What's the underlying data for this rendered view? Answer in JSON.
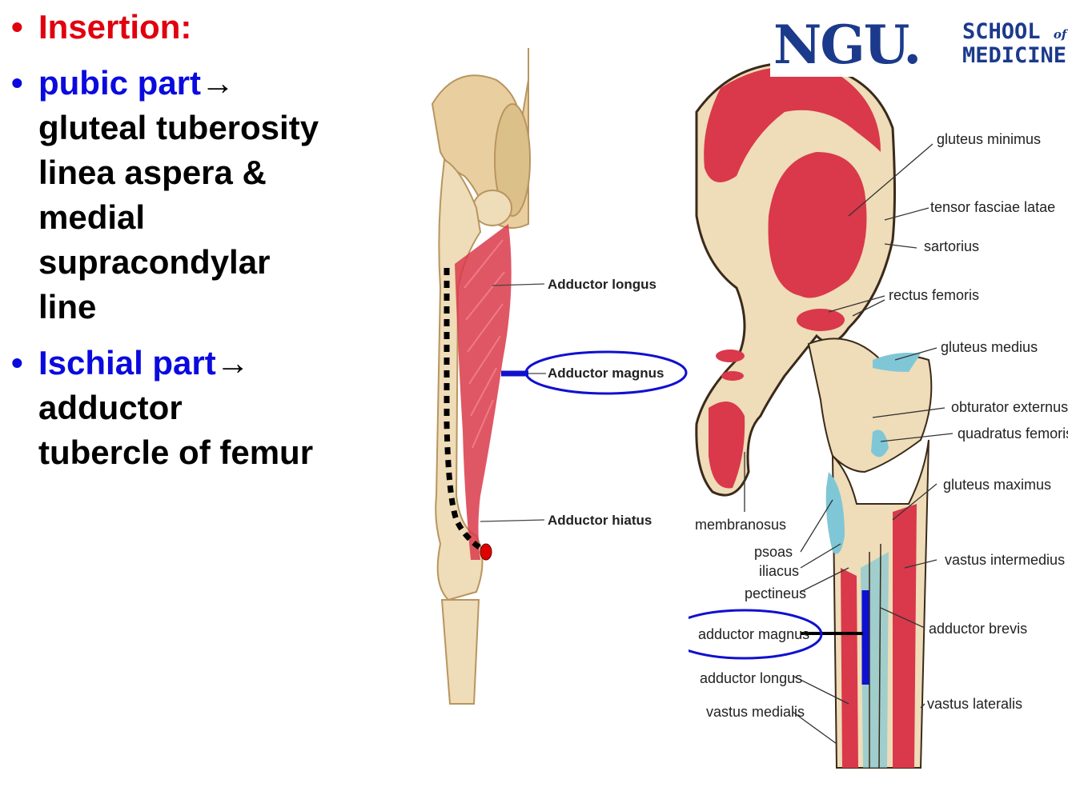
{
  "bullets": {
    "insertion": "Insertion:",
    "pubic_label": "pubic part",
    "pubic_lines": [
      "gluteal tuberosity",
      "linea aspera &",
      "medial",
      "supracondylar",
      "line"
    ],
    "ischial_label": "Ischial part",
    "ischial_lines": [
      "adductor",
      "tubercle of femur"
    ],
    "arrow": "→"
  },
  "logo": {
    "brand": "NGU.",
    "line1": "SCHOOL",
    "of": "of",
    "line2": "MEDICINE"
  },
  "left_figure": {
    "labels": {
      "adductor_longus": "Adductor longus",
      "adductor_magnus": "Adductor magnus",
      "adductor_hiatus": "Adductor hiatus"
    }
  },
  "right_figure": {
    "labels": {
      "gluteus_minimus": "gluteus minimus",
      "tensor_fasciae_latae": "tensor fasciae latae",
      "sartorius": "sartorius",
      "rectus_femoris": "rectus femoris",
      "gluteus_medius": "gluteus medius",
      "obturator_externus": "obturator externus",
      "quadratus_femoris": "quadratus femoris",
      "gluteus_maximus": "gluteus maximus",
      "membranosus": "membranosus",
      "psoas": "psoas",
      "iliacus": "iliacus",
      "vastus_intermedius": "vastus intermedius",
      "pectineus": "pectineus",
      "adductor_magnus": "adductor magnus",
      "adductor_brevis": "adductor brevis",
      "adductor_longus": "adductor longus",
      "vastus_lateralis": "vastus lateralis",
      "vastus_medialis": "vastus medialis"
    }
  },
  "colors": {
    "muscle": "#d9394a",
    "bone": "#efdcb8",
    "highlight": "#1010d0",
    "cartilage": "#7fc7d6"
  }
}
